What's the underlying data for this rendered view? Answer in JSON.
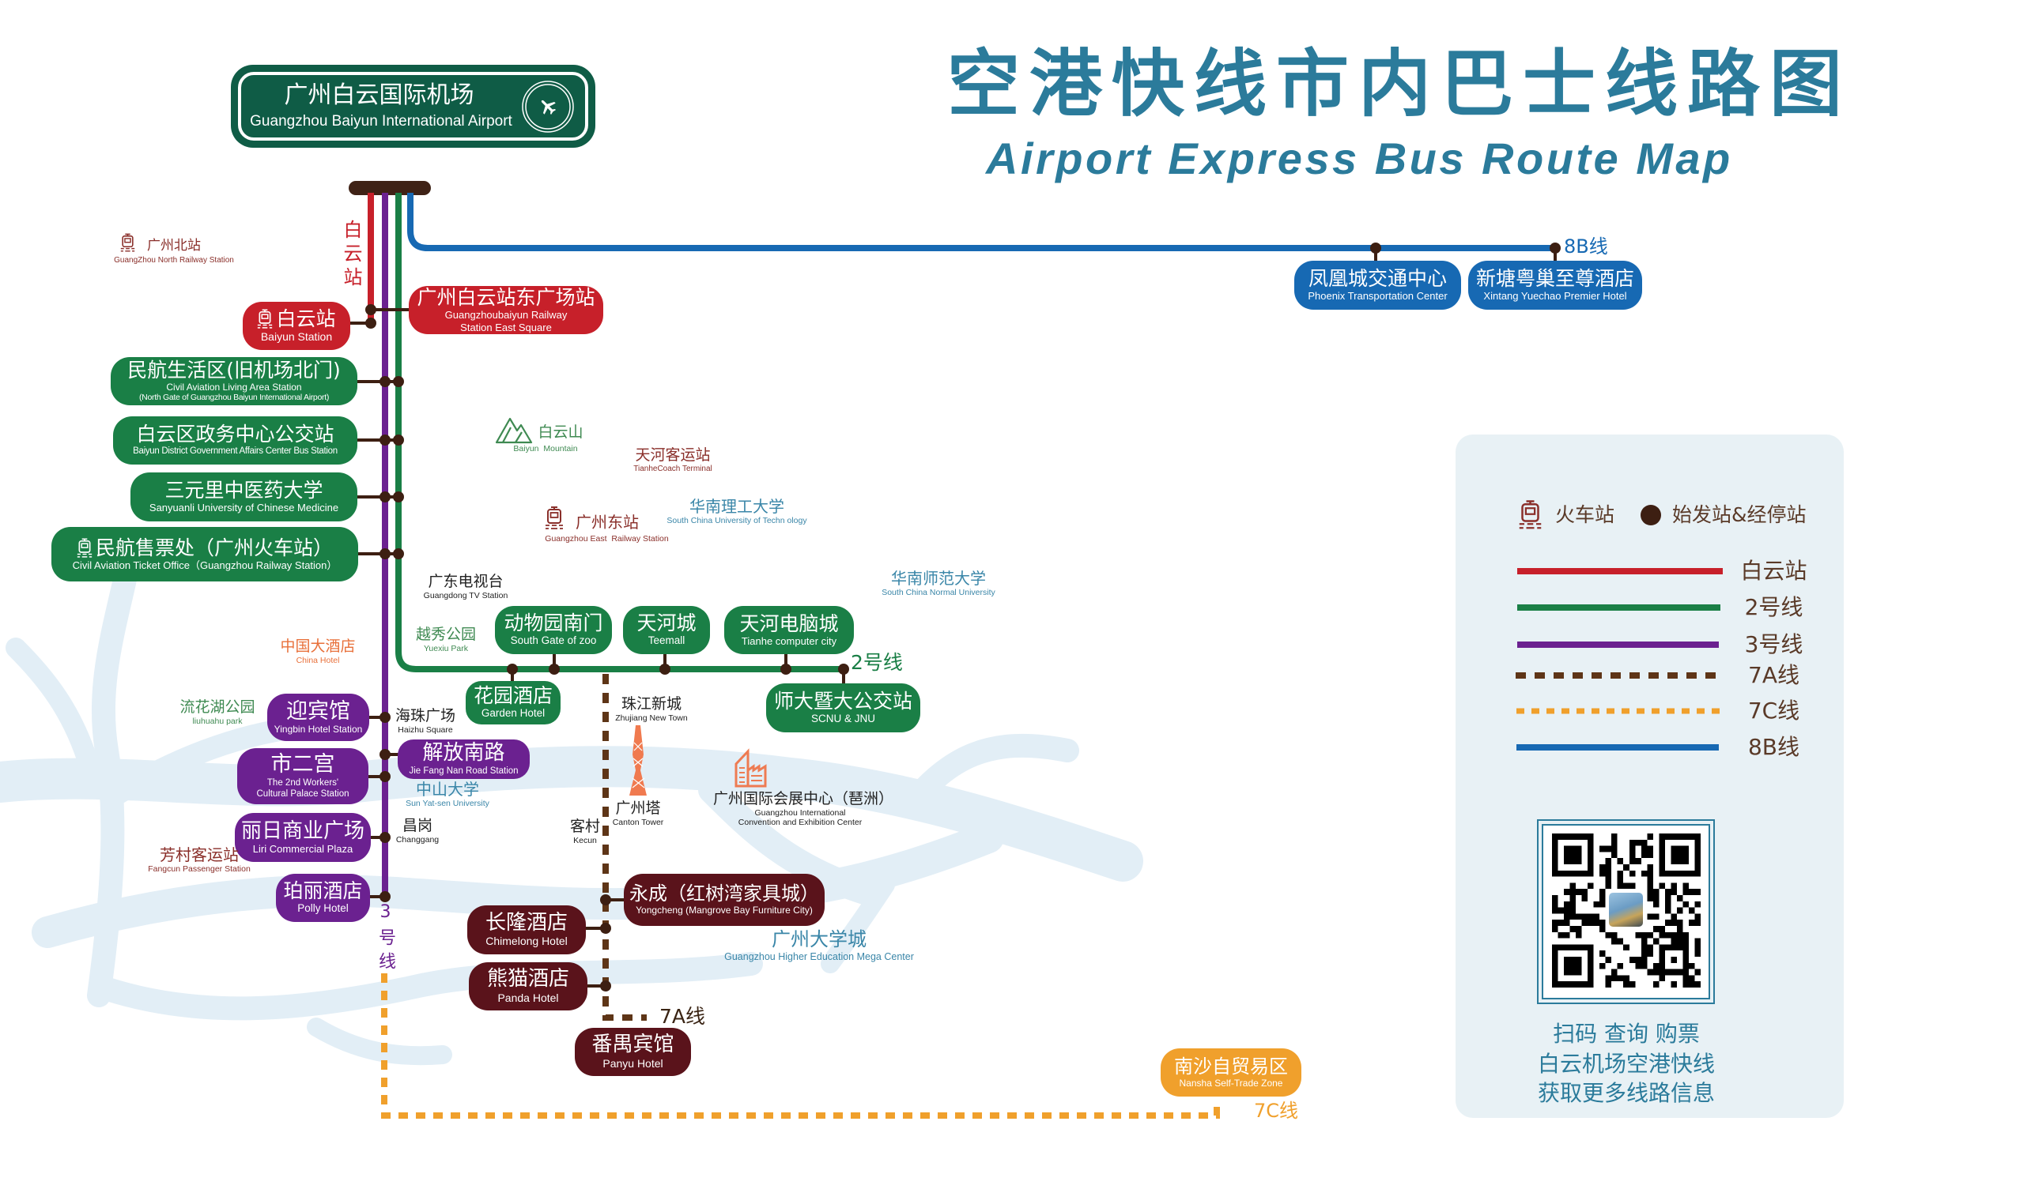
{
  "header": {
    "title": "空港快线市内巴士线路图",
    "subtitle": "Airport Express Bus Route Map"
  },
  "airport": {
    "name_cn": "广州白云国际机场",
    "name_en": "Guangzhou Baiyun International Airport",
    "icon": "airplane-icon"
  },
  "colors": {
    "red": "#c7202a",
    "green": "#1a7f46",
    "purple": "#6b2190",
    "maroon": "#5a131b",
    "blue": "#1769b3",
    "orange": "#f0a02c",
    "brown": "#5e3517",
    "stop": "#3d1f12",
    "title": "#2b7b9b",
    "airport_sign": "#0f5c46",
    "legend_panel": "#e8f1f5"
  },
  "line_labels": {
    "baiyun_station": "白云站",
    "line2": "2号线",
    "line3": "3号线",
    "line7a": "7A线",
    "line7c": "7C线",
    "line8b": "8B线"
  },
  "stations": {
    "baiyun_station": {
      "cn": "白云站",
      "en": "Baiyun Station",
      "icon": "train-station-icon"
    },
    "baiyun_east_square": {
      "cn": "广州白云站东广场站",
      "en1": "Guangzhoubaiyun Railway",
      "en2": "Station East Square"
    },
    "civil_aviation_living": {
      "cn": "民航生活区(旧机场北门)",
      "en1": "Civil Aviation Living Area Station",
      "en2": "(North Gate of Guangzhou Baiyun International Airport)"
    },
    "baiyun_gov_center": {
      "cn": "白云区政务中心公交站",
      "en": "Baiyun District Government Affairs Center Bus Station"
    },
    "sanyuanli": {
      "cn": "三元里中医药大学",
      "en": "Sanyuanli University of Chinese Medicine"
    },
    "ticket_office": {
      "cn": "民航售票处（广州火车站）",
      "en": "Civil Aviation Ticket Office（Guangzhou Railway Station）",
      "icon": "train-station-icon"
    },
    "zoo_south_gate": {
      "cn": "动物园南门",
      "en": "South Gate of zoo"
    },
    "teemall": {
      "cn": "天河城",
      "en": "Teemall"
    },
    "tianhe_computer_city": {
      "cn": "天河电脑城",
      "en": "Tianhe computer city"
    },
    "garden_hotel": {
      "cn": "花园酒店",
      "en": "Garden Hotel"
    },
    "scnu_jnu": {
      "cn": "师大暨大公交站",
      "en": "SCNU & JNU"
    },
    "yingbin": {
      "cn": "迎宾馆",
      "en": "Yingbin Hotel Station"
    },
    "jiefang_nan": {
      "cn": "解放南路",
      "en": "Jie Fang Nan Road Station"
    },
    "workers_palace": {
      "cn": "市二宫",
      "en1": "The 2nd Workers'",
      "en2": "Cultural Palace Station"
    },
    "liri_plaza": {
      "cn": "丽日商业广场",
      "en": "Liri Commercial Plaza"
    },
    "polly_hotel": {
      "cn": "珀丽酒店",
      "en": "Polly Hotel"
    },
    "yongcheng": {
      "cn": "永成（红树湾家具城）",
      "en": "Yongcheng (Mangrove Bay Furniture City)"
    },
    "chimelong": {
      "cn": "长隆酒店",
      "en": "Chimelong Hotel"
    },
    "panda": {
      "cn": "熊猫酒店",
      "en": "Panda Hotel"
    },
    "panyu": {
      "cn": "番禺宾馆",
      "en": "Panyu Hotel"
    },
    "nansha": {
      "cn": "南沙自贸易区",
      "en": "Nansha Self-Trade Zone"
    },
    "phoenix": {
      "cn": "凤凰城交通中心",
      "en": "Phoenix Transportation Center"
    },
    "xintang": {
      "cn": "新塘粤巢至尊酒店",
      "en": "Xintang Yuechao Premier Hotel"
    }
  },
  "landmarks": {
    "gz_north": {
      "cn": "广州北站",
      "en": "GuangZhou North Railway Station"
    },
    "baiyun_mountain": {
      "cn": "白云山",
      "en": "Baiyun  Mountain"
    },
    "tianhe_coach": {
      "cn": "天河客运站",
      "en": "TianheCoach Terminal"
    },
    "scut": {
      "cn": "华南理工大学",
      "en": "South China University of Techn ology"
    },
    "gz_east": {
      "cn": "广州东站",
      "en": "Guangzhou East  Railway Station"
    },
    "scnu": {
      "cn": "华南师范大学",
      "en": "South China Normal University"
    },
    "gd_tv": {
      "cn": "广东电视台",
      "en": "Guangdong TV Station"
    },
    "yuexiu_park": {
      "cn": "越秀公园",
      "en": "Yuexiu Park"
    },
    "china_hotel": {
      "cn": "中国大酒店",
      "en": "China Hotel"
    },
    "liuhuahu": {
      "cn": "流花湖公园",
      "en": "liuhuahu park"
    },
    "haizhu_square": {
      "cn": "海珠广场",
      "en": "Haizhu Square"
    },
    "zhujiang_new_town": {
      "cn": "珠江新城",
      "en": "Zhujiang New Town"
    },
    "sysu": {
      "cn": "中山大学",
      "en": "Sun Yat-sen University"
    },
    "changgang": {
      "cn": "昌岗",
      "en": "Changgang"
    },
    "fangcun": {
      "cn": "芳村客运站",
      "en": "Fangcun Passenger Station"
    },
    "canton_tower": {
      "cn": "广州塔",
      "en": "Canton Tower"
    },
    "kecun": {
      "cn": "客村",
      "en": "Kecun"
    },
    "convention": {
      "cn": "广州国际会展中心（琶洲）",
      "en1": "Guangzhou International",
      "en2": "Convention and Exhibition Center"
    },
    "university_town": {
      "cn": "广州大学城",
      "en": "Guangzhou Higher Education Mega Center"
    }
  },
  "legend": {
    "train_station": "火车站",
    "stop": "始发站&经停站",
    "items": [
      {
        "label": "白云站",
        "color": "#c7202a",
        "style": "solid"
      },
      {
        "label": "2号线",
        "color": "#1a7f46",
        "style": "solid"
      },
      {
        "label": "3号线",
        "color": "#6b2190",
        "style": "solid"
      },
      {
        "label": "7A线",
        "color": "#5e3517",
        "style": "dashed"
      },
      {
        "label": "7C线",
        "color": "#f0a02c",
        "style": "dashed"
      },
      {
        "label": "8B线",
        "color": "#1769b3",
        "style": "solid"
      }
    ]
  },
  "qr": {
    "captions": [
      "扫码 查询 购票",
      "白云机场空港快线",
      "获取更多线路信息"
    ]
  }
}
